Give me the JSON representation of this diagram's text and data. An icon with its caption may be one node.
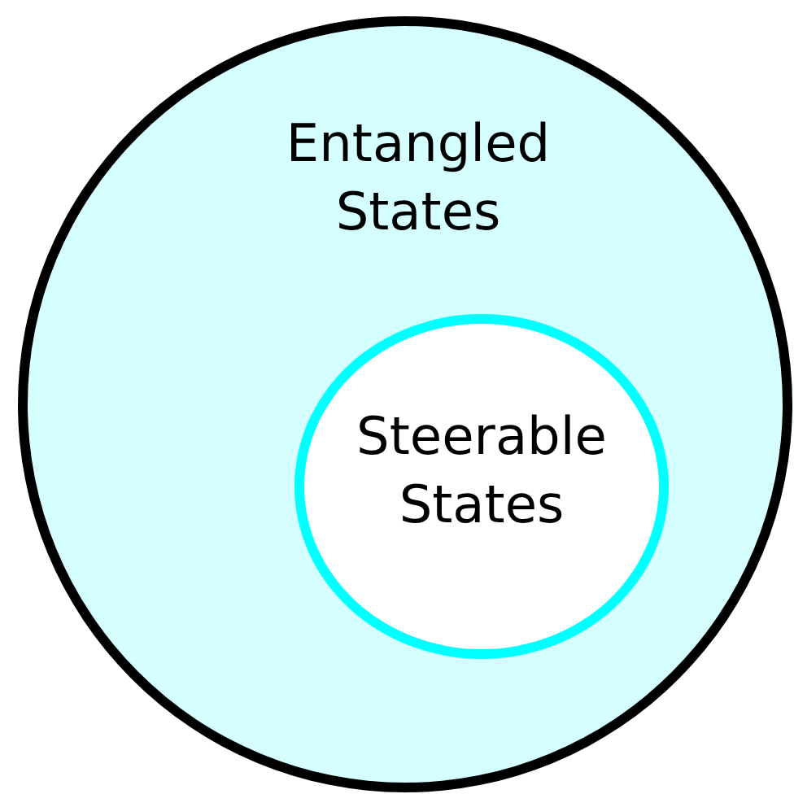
{
  "diagram": {
    "nodes": [
      {
        "text": [
          "Entangled States"
        ]
      },
      {
        "text": [
          "Steerable States"
        ],
        "in": 0
      }
    ]
  }
}
